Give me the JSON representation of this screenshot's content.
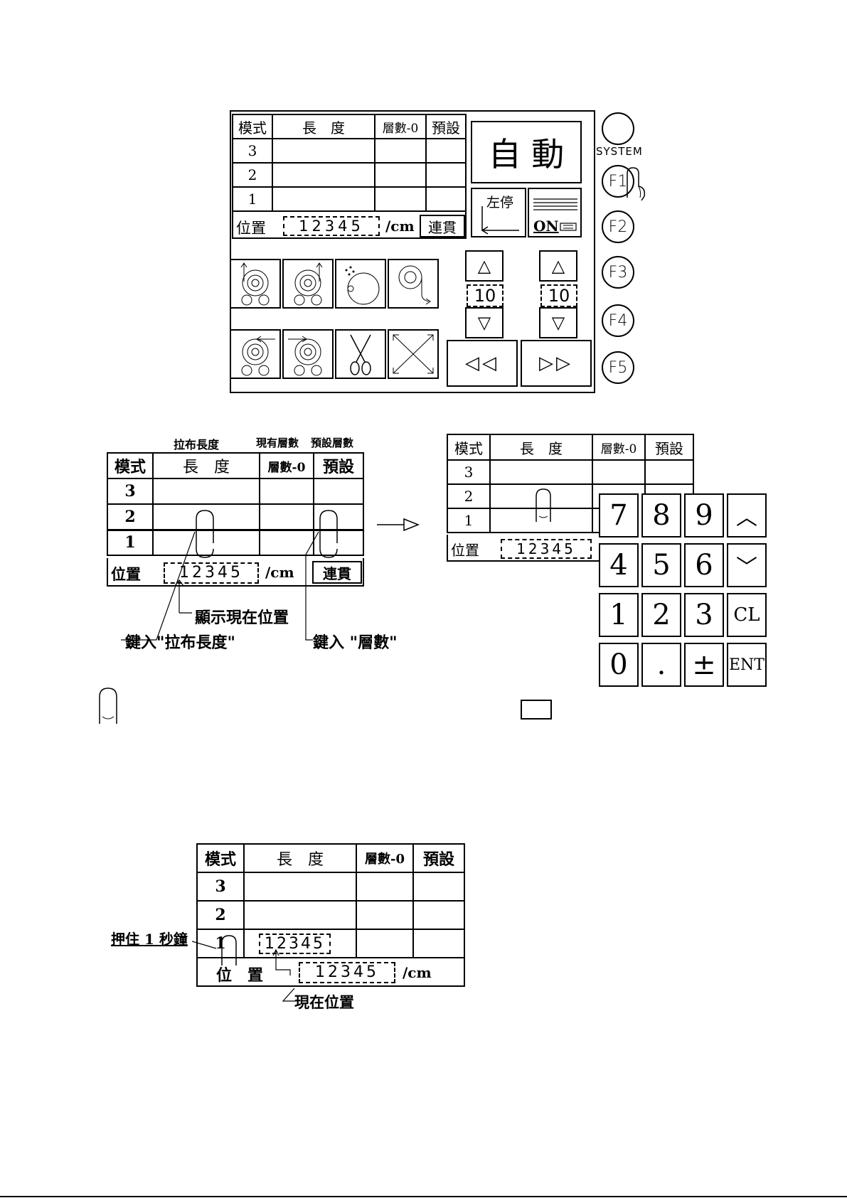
{
  "panel": {
    "headers": [
      "模式",
      "長　度",
      "層數-0",
      "預設"
    ],
    "rows": [
      "3",
      "2",
      "1"
    ],
    "position_label": "位置",
    "position_value": "12345",
    "unit": "/cm",
    "continuous_button": "連貫",
    "auto_display": "自 動",
    "left_stop_label": "左停",
    "on_label": "ON",
    "system_label": "SYSTEM",
    "fkeys": [
      "F1",
      "F2",
      "F3",
      "F4",
      "F5"
    ],
    "counter_left": "10",
    "counter_right": "10",
    "rewind_left": "◁◁",
    "forward_right": "▷▷"
  },
  "example1": {
    "caption_length": "拉布長度",
    "caption_current_layers": "現有層數",
    "caption_preset_layers": "預設層數",
    "headers": [
      "模式",
      "長　度",
      "層數-0",
      "預設"
    ],
    "rows": [
      "3",
      "2",
      "1"
    ],
    "position_label": "位置",
    "position_value": "12345",
    "unit": "/cm",
    "continuous_button": "連貫",
    "note_show_position": "顯示現在位置",
    "note_enter_length": "鍵入\"拉布長度\"",
    "note_enter_layers": "鍵入 \"層數\""
  },
  "example2": {
    "headers": [
      "模式",
      "長　度",
      "層數-0",
      "預設"
    ],
    "rows": [
      "3",
      "2",
      "1"
    ],
    "position_label": "位置",
    "position_value": "12345",
    "keypad": [
      "7",
      "8",
      "9",
      "^",
      "4",
      "5",
      "6",
      "v",
      "1",
      "2",
      "3",
      "CL",
      "0",
      ".",
      "±",
      "ENT"
    ]
  },
  "example3": {
    "headers": [
      "模式",
      "長　度",
      "層數-0",
      "預設"
    ],
    "rows": [
      "3",
      "2",
      "1"
    ],
    "row1_value": "12345",
    "position_label": "位　置",
    "position_value": "12345",
    "unit": "/cm",
    "note_hold": "押住 1 秒鐘",
    "note_current_position": "現在位置"
  }
}
